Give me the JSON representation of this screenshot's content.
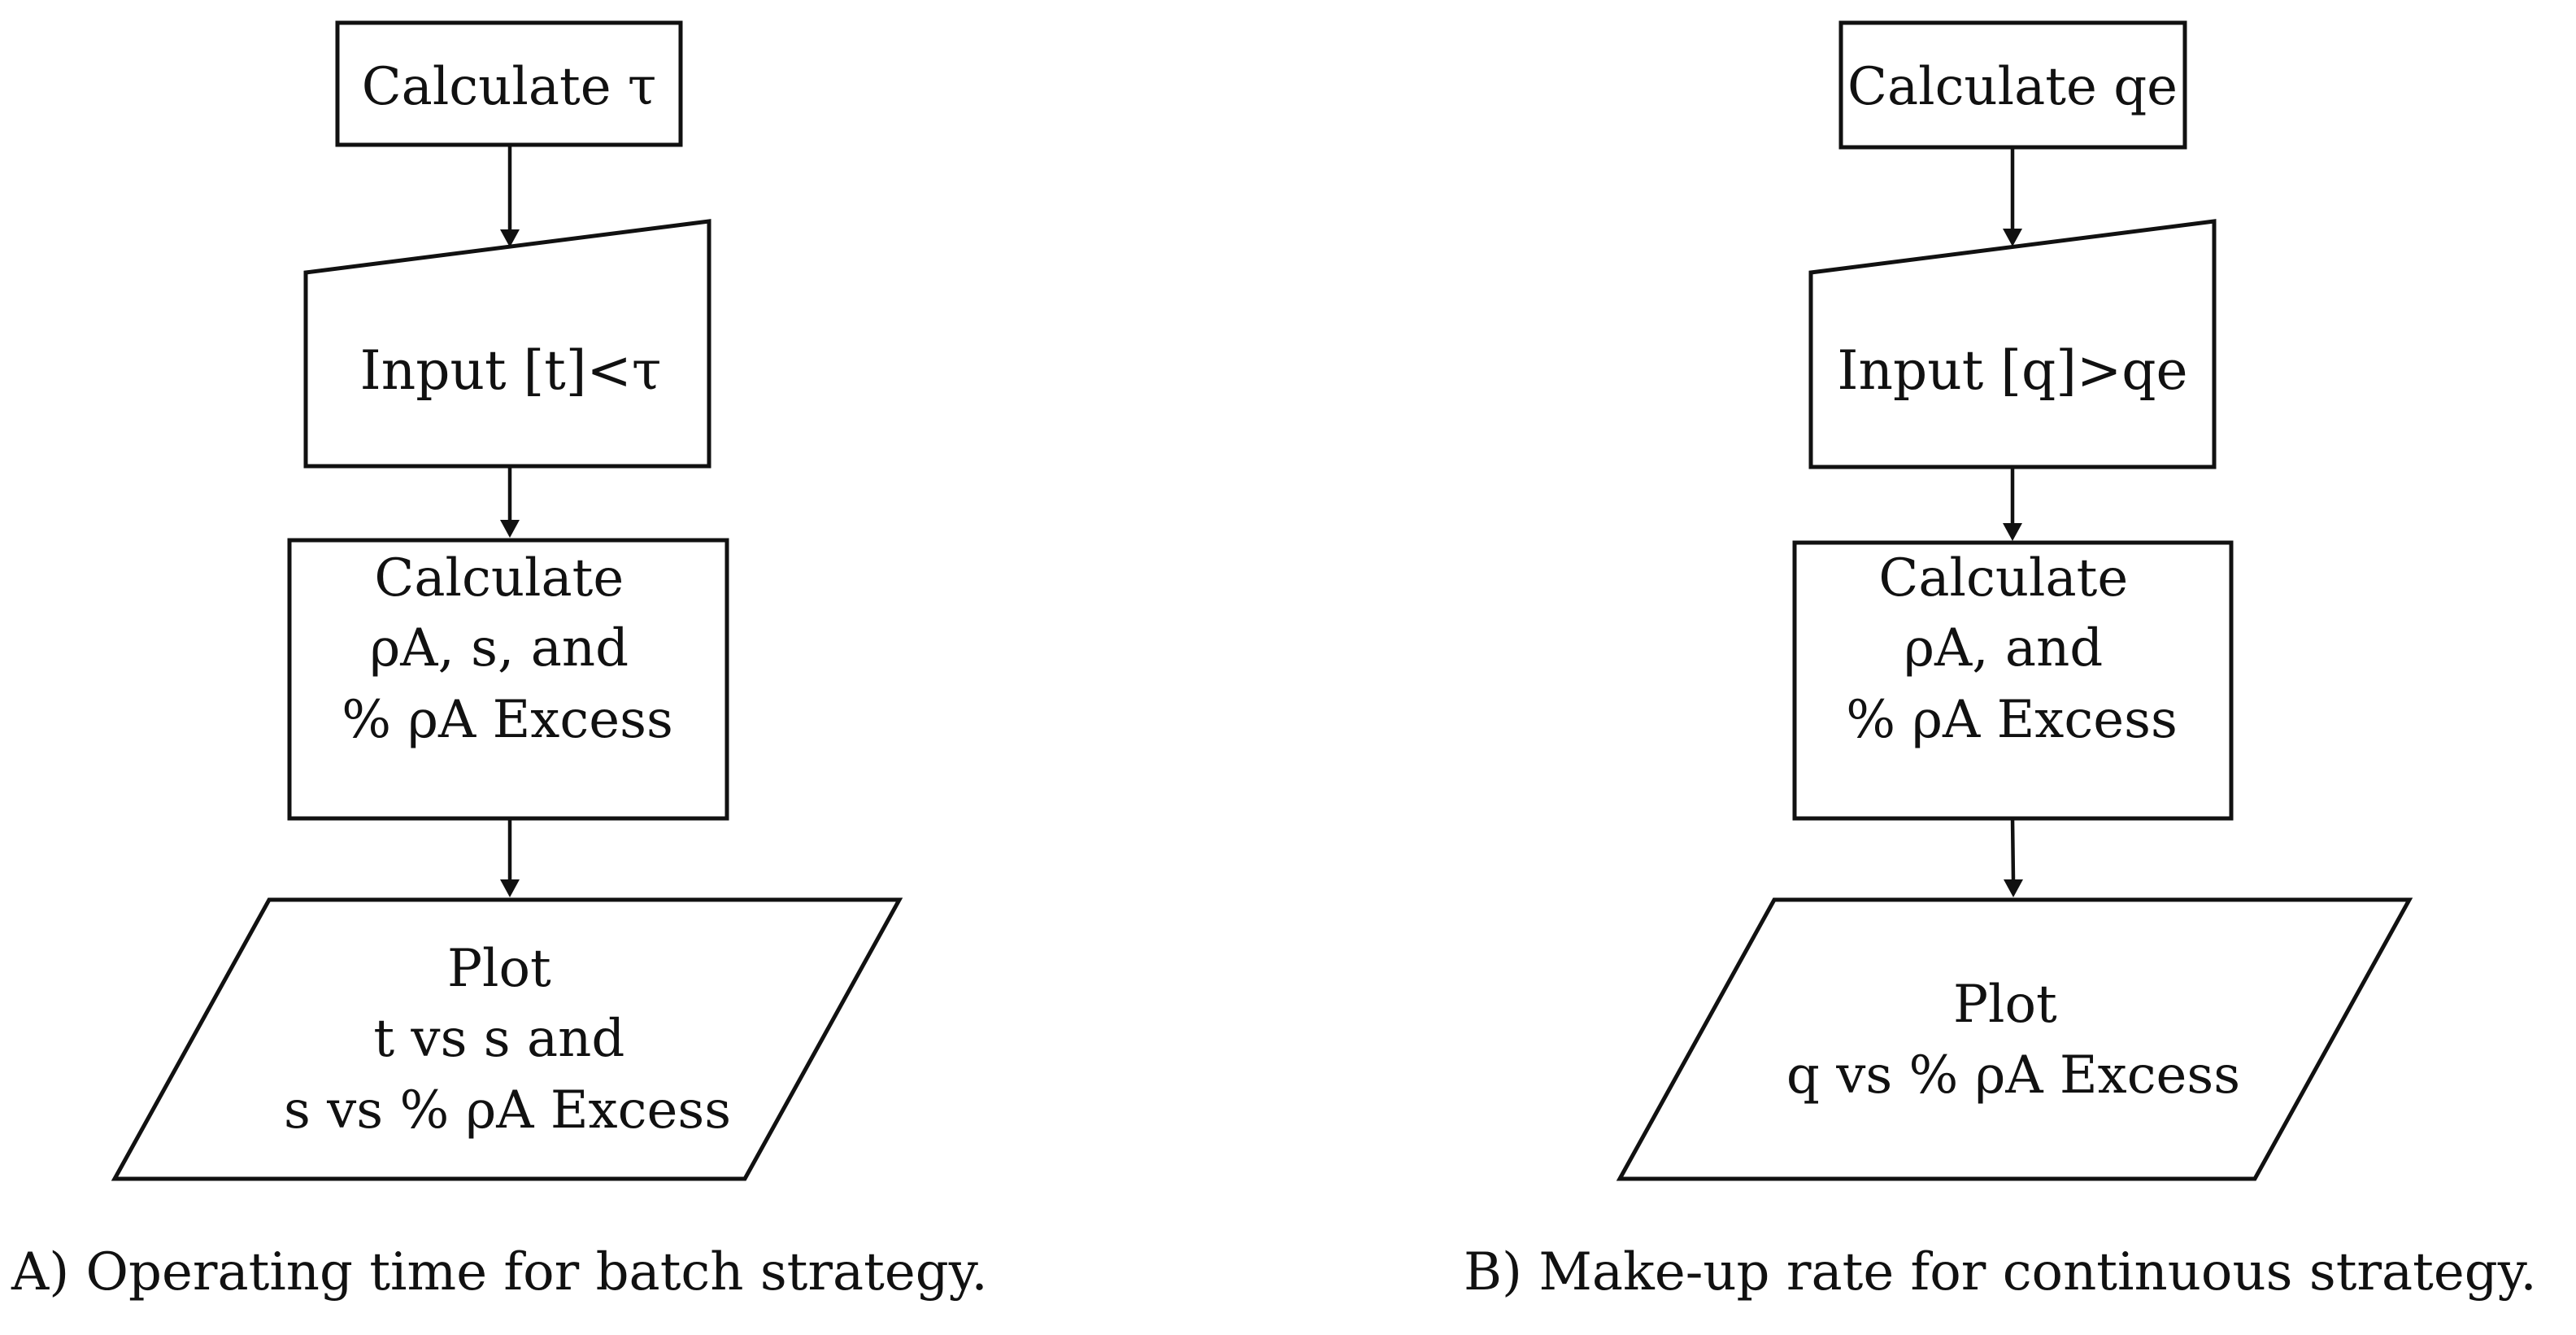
{
  "flowcharts": [
    {
      "caption": "A) Operating time for batch strategy.",
      "nodes": [
        {
          "shape": "rectangle",
          "lines": [
            "Calculate τ"
          ]
        },
        {
          "shape": "manual-input",
          "lines": [
            "Input [t]<τ"
          ]
        },
        {
          "shape": "rectangle",
          "lines": [
            "Calculate",
            "ρA, s, and",
            "% ρA Excess"
          ]
        },
        {
          "shape": "parallelogram",
          "lines": [
            "Plot",
            "t vs s and",
            "s vs % ρA Excess"
          ]
        }
      ]
    },
    {
      "caption": "B) Make-up rate for continuous strategy.",
      "nodes": [
        {
          "shape": "rectangle",
          "lines": [
            "Calculate qe"
          ]
        },
        {
          "shape": "manual-input",
          "lines": [
            "Input [q]>qe"
          ]
        },
        {
          "shape": "rectangle",
          "lines": [
            "Calculate",
            "ρA, and",
            "% ρA Excess"
          ]
        },
        {
          "shape": "parallelogram",
          "lines": [
            "Plot",
            "q vs % ρA Excess"
          ]
        }
      ]
    }
  ]
}
